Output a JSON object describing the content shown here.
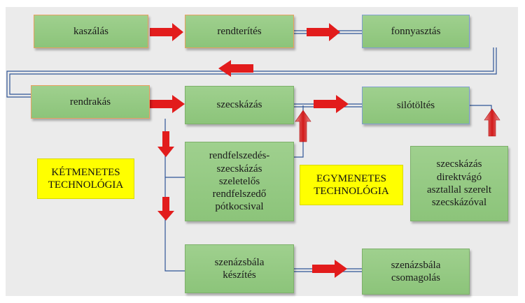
{
  "boxes": {
    "kaszalas": "kaszálás",
    "rendterites": "rendterítés",
    "fonnyasztas": "fonnyasztás",
    "rendrakas": "rendrakás",
    "szecskazas": "szecskázás",
    "silotoltes": "silótöltés",
    "rendfelszedes": "rendfelszedés-\nszecskázás\nszeletelős\nrendfelszedő\npótkocsival",
    "direktvago": "szecskázás\ndirektvágó\nasztallal szerelt\nszecskázóval",
    "szenazsbala_keszites": "szenázsbála\nkészítés",
    "szenazsbala_csomagolas": "szenázsbála\ncsomagolás"
  },
  "labels": {
    "ketmenetes": "KÉTMENETES\nTECHNOLÓGIA",
    "egymenetes": "EGYMENETES\nTECHNOLÓGIA"
  },
  "colors": {
    "box_fill": "#9fd08e",
    "arrow": "#e21c1c",
    "connector": "#2f5597",
    "label_fill": "#ffff00"
  }
}
